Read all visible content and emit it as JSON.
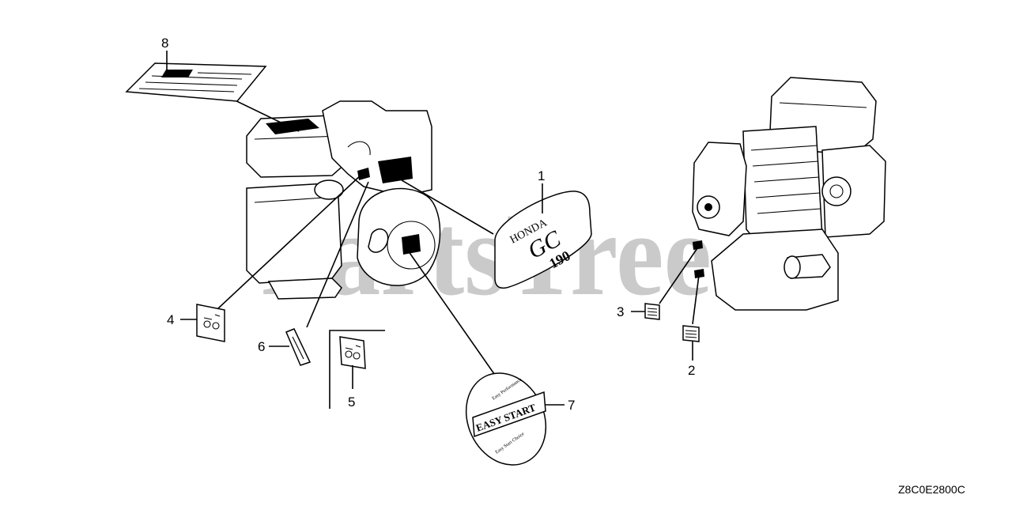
{
  "diagram": {
    "watermark": "PartsTree",
    "drawing_code": "Z8C0E2800C",
    "callouts": {
      "c1": "1",
      "c2": "2",
      "c3": "3",
      "c4": "4",
      "c5": "5",
      "c6": "6",
      "c7": "7",
      "c8": "8"
    },
    "decals": {
      "mark_brand": "HONDA",
      "mark_model": "GC",
      "mark_size": "190",
      "emblem_main": "EASY START",
      "emblem_ring_top": "Easy Performance",
      "emblem_ring_bottom": "Easy Start Choice"
    },
    "icons": {
      "left_engine": "engine-front-view-icon",
      "right_engine": "engine-rear-view-icon",
      "choke_label": "choke-lever-label-icon",
      "caution_label": "caution-label-icon"
    }
  }
}
